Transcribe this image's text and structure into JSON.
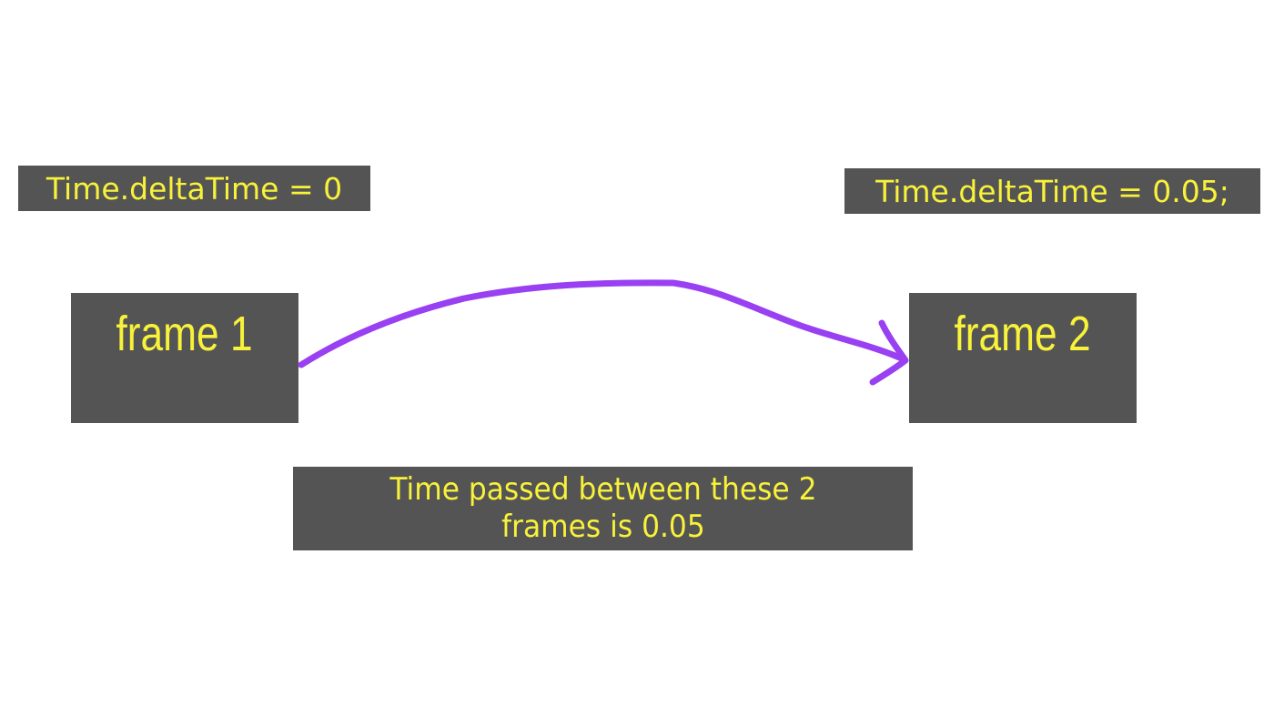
{
  "colors": {
    "background": "#ffffff",
    "box_fill": "#545454",
    "text": "#f8f23a",
    "arrow": "#9940f2"
  },
  "labels": {
    "left": "Time.deltaTime = 0",
    "right": "Time.deltaTime = 0.05;"
  },
  "frames": [
    {
      "label": "frame 1"
    },
    {
      "label": "frame 2"
    }
  ],
  "caption": {
    "line1": "Time passed between these 2",
    "line2": "frames is 0.05"
  },
  "arrow": {
    "from": "frame 1",
    "to": "frame 2",
    "icon": "hand-drawn-curved-arrow"
  }
}
